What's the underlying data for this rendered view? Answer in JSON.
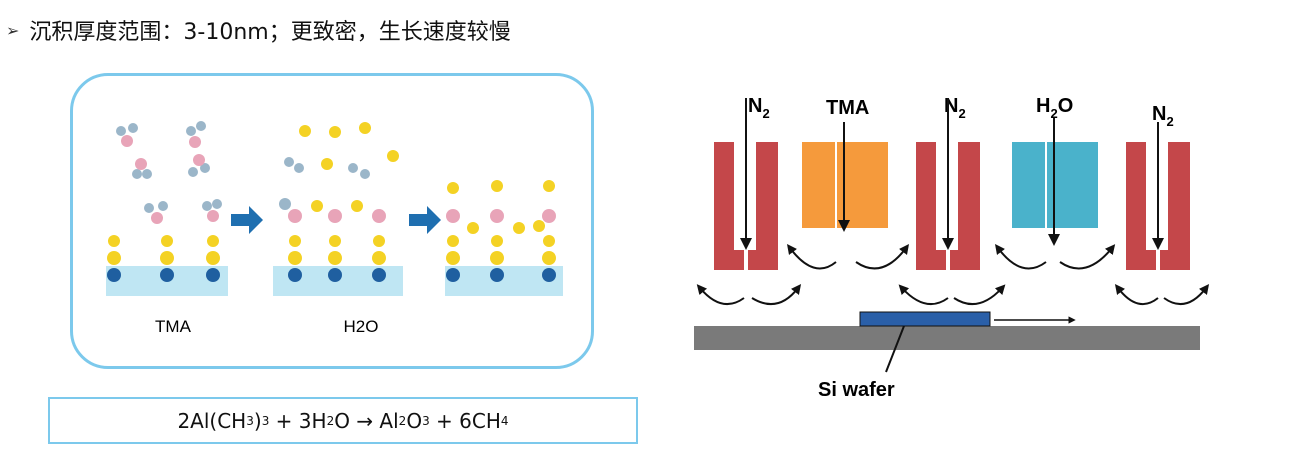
{
  "header": {
    "bullet": "➢",
    "text": "沉积厚度范围：3-10nm；更致密，生长速度较慢"
  },
  "left_diagram": {
    "label_tma": "TMA",
    "label_h2o": "H2O"
  },
  "equation": {
    "p1": "2Al(CH",
    "s1": "3",
    "p2": ")",
    "s2": "3",
    "p3": " + 3H",
    "s3": "2",
    "p4": "O → Al",
    "s4": "2",
    "p5": "O",
    "s5": "3",
    "p6": " + 6CH",
    "s6": "4"
  },
  "right_diagram": {
    "n2_a": "N",
    "n2_a_sub": "2",
    "tma": "TMA",
    "n2_b": "N",
    "n2_b_sub": "2",
    "h2o": "H",
    "h2o_sub": "2",
    "h2o_end": "O",
    "n2_c": "N",
    "n2_c_sub": "2",
    "wafer_label": "Si wafer",
    "colors": {
      "n2_block": "#c4474a",
      "tma_block": "#f59a3c",
      "h2o_block": "#4ab2cb",
      "substrate": "#7a7a7a",
      "wafer": "#2a5fa8"
    }
  }
}
